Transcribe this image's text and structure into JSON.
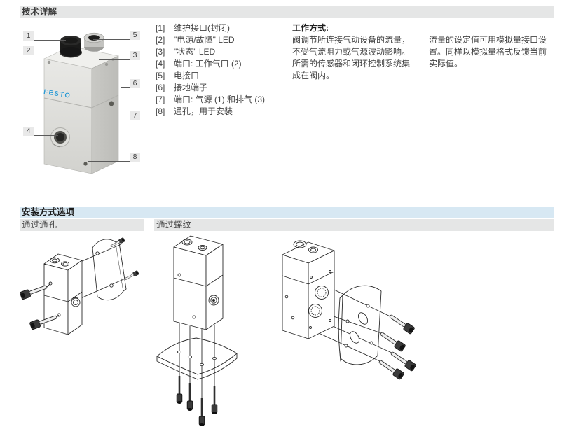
{
  "colors": {
    "band_gray": "#e5e6e6",
    "band_blue": "#d7e8f3",
    "festo_blue": "#2b98d1",
    "callout_bg": "#e9e9e9",
    "line_art": "#2b2b2b"
  },
  "section_technical": {
    "title": "技术详解",
    "figure": {
      "logo": "FESTO",
      "callouts": [
        "1",
        "2",
        "3",
        "4",
        "5",
        "6",
        "7",
        "8"
      ]
    },
    "legend": {
      "items": [
        {
          "num": "[1]",
          "text": "维护接口(封闭)"
        },
        {
          "num": "[2]",
          "text": "\"电源/故障\" LED"
        },
        {
          "num": "[3]",
          "text": "\"状态\" LED"
        },
        {
          "num": "[4]",
          "text": "端口: 工作气口 (2)"
        },
        {
          "num": "[5]",
          "text": "电接口"
        },
        {
          "num": "[6]",
          "text": "接地端子"
        },
        {
          "num": "[7]",
          "text": "端口: 气源 (1) 和排气 (3)"
        },
        {
          "num": "[8]",
          "text": "通孔，用于安装"
        }
      ]
    },
    "working_mode": {
      "heading": "工作方式:",
      "col1": "阀调节所连接气动设备的流量，\n不受气流阻力或气源波动影响。\n所需的传感器和闭环控制系统集\n成在阀内。",
      "col2": "流量的设定值可用模拟量接口设\n置。同样以模拟量格式反馈当前\n实际值。"
    }
  },
  "section_mounting": {
    "title": "安装方式选项",
    "sub_left": "通过通孔",
    "sub_right": "通过螺纹"
  }
}
